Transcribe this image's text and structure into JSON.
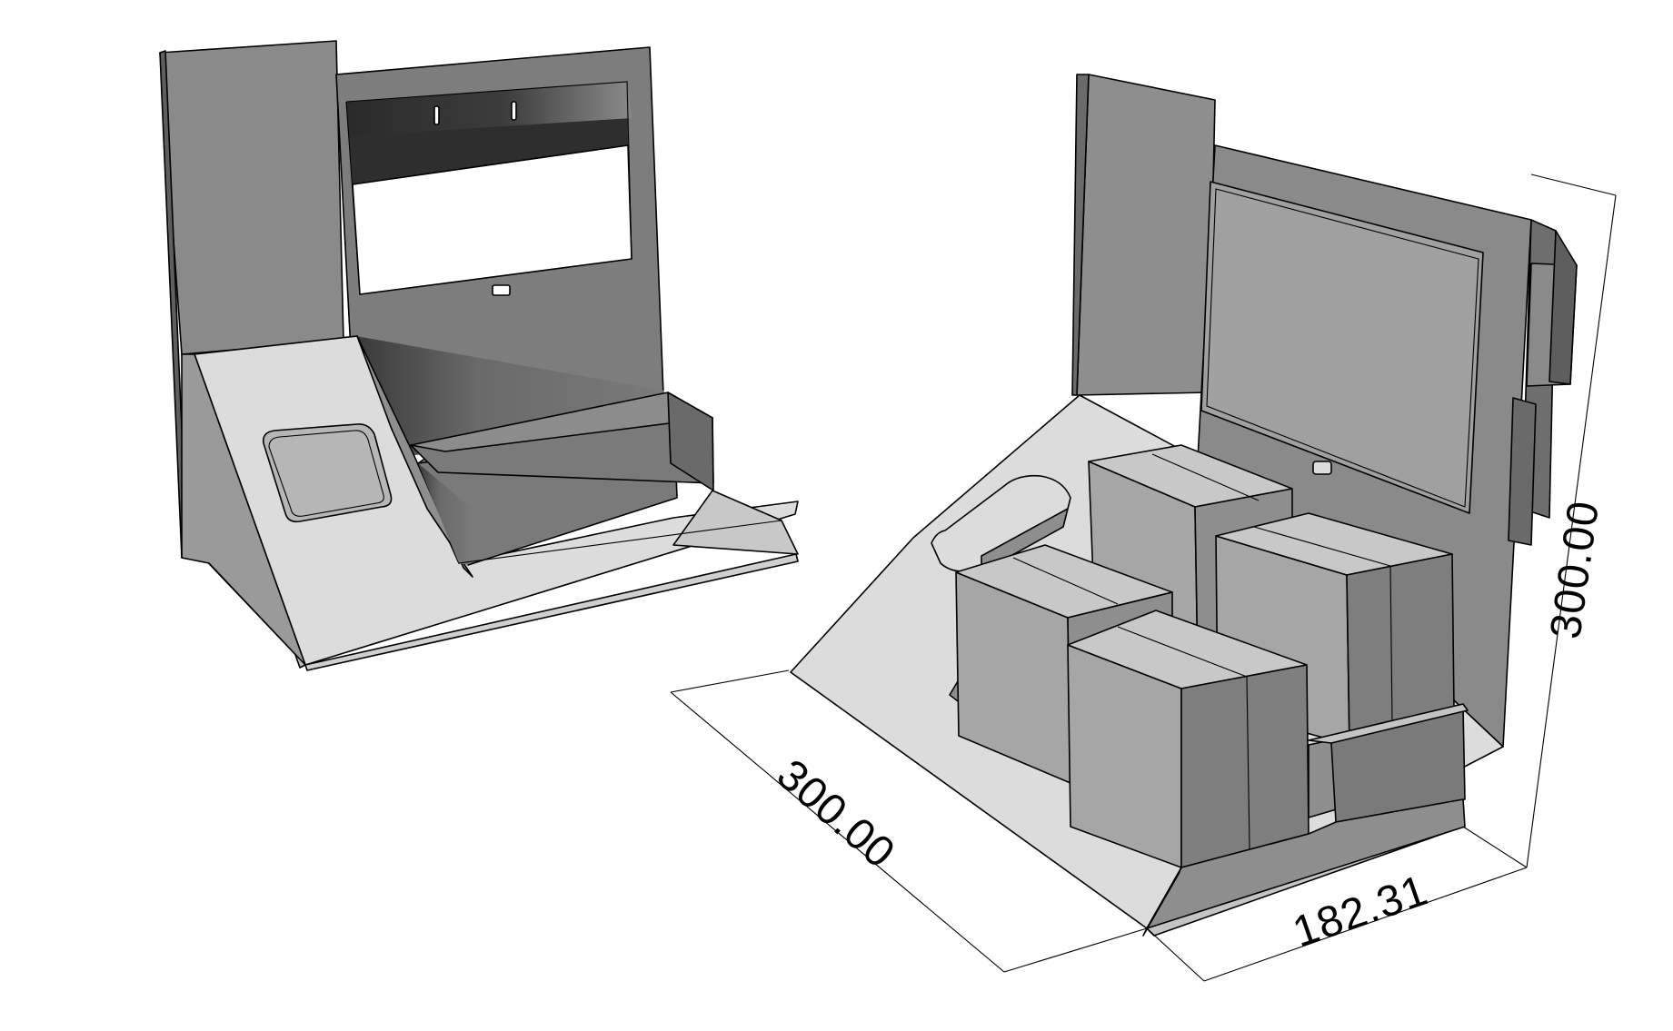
{
  "dimensions": {
    "depth_label": "300.00",
    "width_label": "182.31",
    "height_label": "300.00"
  },
  "colors": {
    "light": "#dcdcdc",
    "mid": "#a6a6a6",
    "dark": "#7a7a7a",
    "darker": "#5e5e5e",
    "shadow": "#2e2e2e",
    "line": "#000000",
    "background": "#ffffff"
  }
}
